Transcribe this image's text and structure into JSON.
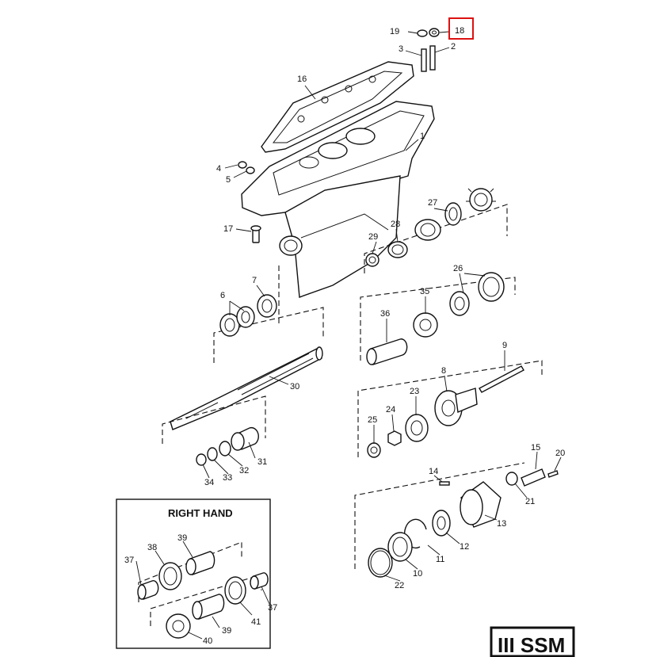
{
  "callouts": {
    "c1": "1",
    "c2": "2",
    "c3": "3",
    "c4": "4",
    "c5": "5",
    "c6": "6",
    "c7": "7",
    "c8": "8",
    "c9": "9",
    "c10": "10",
    "c11": "11",
    "c12": "12",
    "c13": "13",
    "c14": "14",
    "c15": "15",
    "c16": "16",
    "c17": "17",
    "c18": "18",
    "c19": "19",
    "c20": "20",
    "c21": "21",
    "c22": "22",
    "c23": "23",
    "c24": "24",
    "c25": "25",
    "c26": "26",
    "c27": "27",
    "c28": "28",
    "c29": "29",
    "c30": "30",
    "c31": "31",
    "c32": "32",
    "c33": "33",
    "c34": "34",
    "c35": "35",
    "c36": "36",
    "c37a": "37",
    "c37b": "37",
    "c38": "38",
    "c39a": "39",
    "c39b": "39",
    "c40": "40",
    "c41": "41"
  },
  "inset": {
    "title": "RIGHT HAND"
  },
  "logo": {
    "text": "III SSM"
  },
  "highlight": {
    "part": "18",
    "color": "#d11111"
  }
}
